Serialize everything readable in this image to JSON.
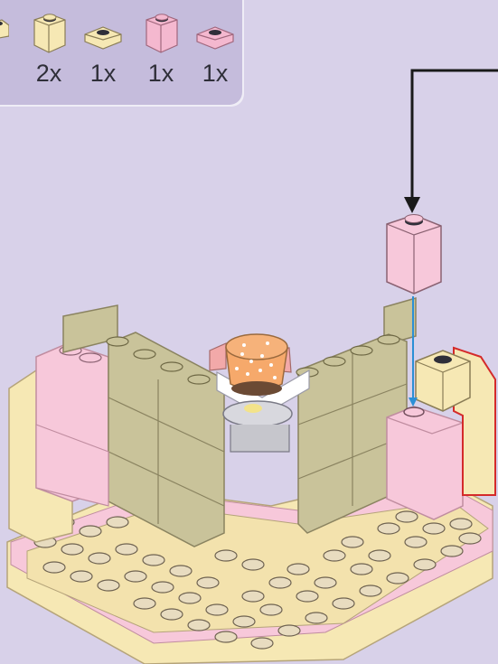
{
  "parts_panel": {
    "items": [
      {
        "icon": "cream-brick-1x1-icon",
        "qty": "2x",
        "color": "#f6e8b4"
      },
      {
        "icon": "cream-plate-1x1-icon",
        "qty": "1x",
        "color": "#f6e8b4"
      },
      {
        "icon": "pink-brick-1x1-icon",
        "qty": "1x",
        "color": "#f4b8cf"
      },
      {
        "icon": "pink-plate-1x1-icon",
        "qty": "1x",
        "color": "#f4b8cf"
      }
    ]
  },
  "colors": {
    "background": "#d8d1e9",
    "panel": "#c5bcdc",
    "cream": "#f6e8b4",
    "pink": "#f4b8cf",
    "tan": "#c9c39a",
    "arrow": "#1a1a1a",
    "guide_line": "#2b8fd6",
    "highlight_outline": "#d42a2a"
  }
}
